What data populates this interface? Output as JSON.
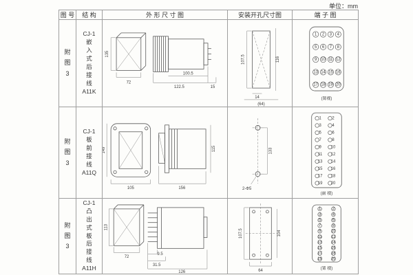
{
  "unit_label": "单位：mm",
  "table": {
    "headers": {
      "fig_no": "图 号",
      "structure": "结 构",
      "outline": "外 形 尺 寸 图",
      "mounting": "安装开孔尺寸图",
      "terminal": "端 子 图"
    },
    "rows": [
      {
        "fig_no": "附\n图\n3",
        "structure": "CJ-1\n嵌\n入\n式\n后\n接\n线\nA11K",
        "outline_dims": {
          "front_height": "135",
          "front_width": "72",
          "body_length": "100.5",
          "overall_length": "122.5",
          "tab": "15"
        },
        "mounting_dims": {
          "height": "107.5",
          "height_outer": "116",
          "notch": "14",
          "width": "(64)"
        },
        "terminal": {
          "numbers": [
            "1",
            "2",
            "3",
            "4",
            "5",
            "6",
            "7",
            "8",
            "9",
            "10",
            "11",
            "12",
            "13",
            "14",
            "15",
            "16",
            "17",
            "18",
            "19",
            "20"
          ],
          "view": "(背视)"
        }
      },
      {
        "fig_no": "附\n图\n3",
        "structure": "CJ-1\n板\n前\n接\n线\nA11Q",
        "outline_dims": {
          "front_height": "149",
          "front_width": "105",
          "overall_length": "156",
          "body_height": "115"
        },
        "mounting_dims": {
          "hole_spacing": "133",
          "hole_callout": "2-Φ5"
        },
        "terminal": {
          "numbers": [
            "1",
            "2",
            "3",
            "4",
            "5",
            "6",
            "7",
            "8",
            "9",
            "10",
            "11",
            "12",
            "13",
            "14",
            "15",
            "16",
            "17",
            "18",
            "19",
            "20"
          ],
          "view": "(前 视)"
        }
      },
      {
        "fig_no": "附\n图\n3",
        "structure": "CJ-1\n凸\n出\n式\n板\n后\n接\n线\nA11H",
        "outline_dims": {
          "front_height": "113",
          "front_width": "72",
          "pin_length": "9.5",
          "front_depth": "31.5",
          "overall_length": "126"
        },
        "mounting_dims": {
          "height": "107.5",
          "height_inner": "104",
          "width": "64"
        },
        "terminal": {
          "numbers": [
            "1",
            "2",
            "3",
            "4",
            "5",
            "6",
            "7",
            "8",
            "9",
            "10",
            "11",
            "12",
            "13",
            "14",
            "15",
            "16",
            "17",
            "18",
            "19",
            "20"
          ],
          "view": "(背 视)"
        }
      }
    ]
  }
}
